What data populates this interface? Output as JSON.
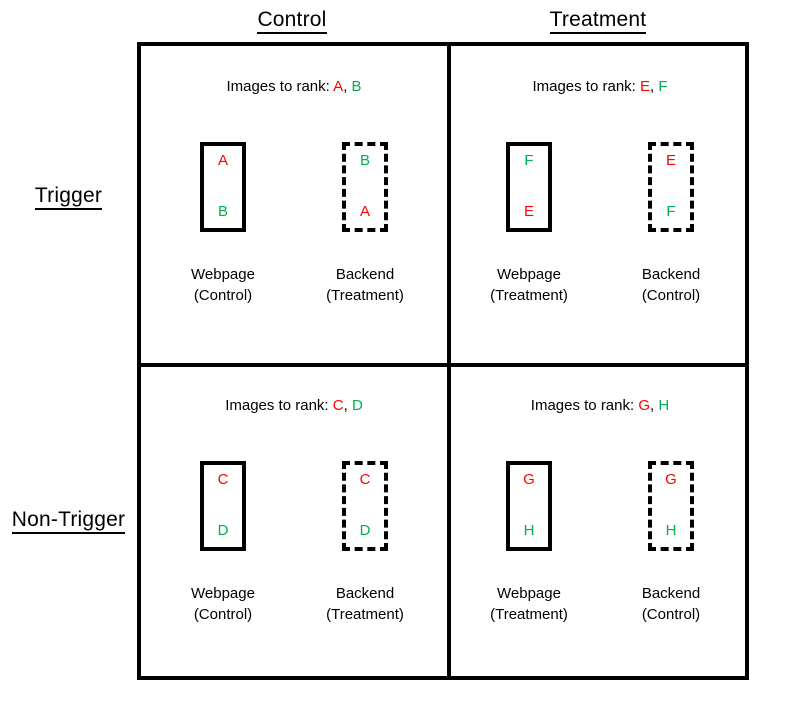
{
  "figure": {
    "type": "2x2-experimental-design-matrix",
    "colors": {
      "red": "#ff0000",
      "green": "#00b050",
      "line": "#000000",
      "background": "#ffffff"
    }
  },
  "columns": [
    {
      "id": "control",
      "label": "Control"
    },
    {
      "id": "treatment",
      "label": "Treatment"
    }
  ],
  "rows": [
    {
      "id": "trigger",
      "label": "Trigger"
    },
    {
      "id": "non-trigger",
      "label": "Non-Trigger"
    }
  ],
  "quadrants": [
    {
      "id": "trigger-control",
      "row": "Trigger",
      "column": "Control",
      "rank_prefix": "Images to rank:",
      "rank_items": [
        {
          "letter": "A",
          "color": "red"
        },
        {
          "letter": "B",
          "color": "green"
        }
      ],
      "stacks": [
        {
          "id": "webpage",
          "border": "solid",
          "caption_line1": "Webpage",
          "caption_line2": "(Control)",
          "letters": [
            {
              "letter": "A",
              "color": "red"
            },
            {
              "letter": "B",
              "color": "green"
            }
          ]
        },
        {
          "id": "backend",
          "border": "dashed",
          "caption_line1": "Backend",
          "caption_line2": "(Treatment)",
          "letters": [
            {
              "letter": "B",
              "color": "green"
            },
            {
              "letter": "A",
              "color": "red"
            }
          ]
        }
      ]
    },
    {
      "id": "trigger-treatment",
      "row": "Trigger",
      "column": "Treatment",
      "rank_prefix": "Images to rank:",
      "rank_items": [
        {
          "letter": "E",
          "color": "red"
        },
        {
          "letter": "F",
          "color": "green"
        }
      ],
      "stacks": [
        {
          "id": "webpage",
          "border": "solid",
          "caption_line1": "Webpage",
          "caption_line2": "(Treatment)",
          "letters": [
            {
              "letter": "F",
              "color": "green"
            },
            {
              "letter": "E",
              "color": "red"
            }
          ]
        },
        {
          "id": "backend",
          "border": "dashed",
          "caption_line1": "Backend",
          "caption_line2": "(Control)",
          "letters": [
            {
              "letter": "E",
              "color": "red"
            },
            {
              "letter": "F",
              "color": "green"
            }
          ]
        }
      ]
    },
    {
      "id": "nontrigger-control",
      "row": "Non-Trigger",
      "column": "Control",
      "rank_prefix": "Images to rank:",
      "rank_items": [
        {
          "letter": "C",
          "color": "red"
        },
        {
          "letter": "D",
          "color": "green"
        }
      ],
      "stacks": [
        {
          "id": "webpage",
          "border": "solid",
          "caption_line1": "Webpage",
          "caption_line2": "(Control)",
          "letters": [
            {
              "letter": "C",
              "color": "red"
            },
            {
              "letter": "D",
              "color": "green"
            }
          ]
        },
        {
          "id": "backend",
          "border": "dashed",
          "caption_line1": "Backend",
          "caption_line2": "(Treatment)",
          "letters": [
            {
              "letter": "C",
              "color": "red"
            },
            {
              "letter": "D",
              "color": "green"
            }
          ]
        }
      ]
    },
    {
      "id": "nontrigger-treatment",
      "row": "Non-Trigger",
      "column": "Treatment",
      "rank_prefix": "Images to rank:",
      "rank_items": [
        {
          "letter": "G",
          "color": "red"
        },
        {
          "letter": "H",
          "color": "green"
        }
      ],
      "stacks": [
        {
          "id": "webpage",
          "border": "solid",
          "caption_line1": "Webpage",
          "caption_line2": "(Treatment)",
          "letters": [
            {
              "letter": "G",
              "color": "red"
            },
            {
              "letter": "H",
              "color": "green"
            }
          ]
        },
        {
          "id": "backend",
          "border": "dashed",
          "caption_line1": "Backend",
          "caption_line2": "(Control)",
          "letters": [
            {
              "letter": "G",
              "color": "red"
            },
            {
              "letter": "H",
              "color": "green"
            }
          ]
        }
      ]
    }
  ]
}
